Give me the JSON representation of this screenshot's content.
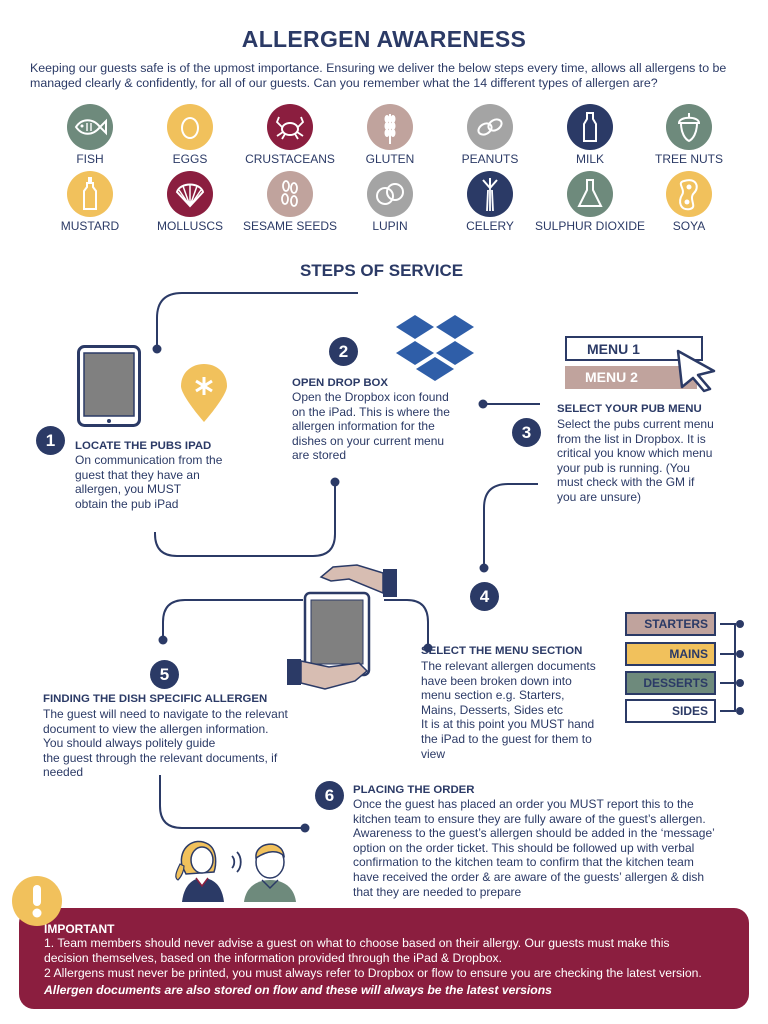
{
  "title": "ALLERGEN AWARENESS",
  "intro": "Keeping our guests safe is of the upmost importance. Ensuring we deliver the below steps every time, allows all allergens to be managed clearly & confidently, for all of our guests. Can you remember what the 14 different types of allergen are?",
  "allergens_row1": [
    {
      "label": "FISH",
      "color": "#6e8a7c",
      "icon": "fish-icon"
    },
    {
      "label": "EGGS",
      "color": "#f1c15c",
      "icon": "egg-icon"
    },
    {
      "label": "CRUSTACEANS",
      "color": "#8b1e3f",
      "icon": "crab-icon"
    },
    {
      "label": "GLUTEN",
      "color": "#c0a39d",
      "icon": "wheat-icon"
    },
    {
      "label": "PEANUTS",
      "color": "#a4a4a4",
      "icon": "peanut-icon"
    },
    {
      "label": "MILK",
      "color": "#2b3a66",
      "icon": "milk-bottle-icon"
    },
    {
      "label": "TREE NUTS",
      "color": "#6e8a7c",
      "icon": "acorn-icon"
    }
  ],
  "allergens_row2": [
    {
      "label": "MUSTARD",
      "color": "#f1c15c",
      "icon": "mustard-bottle-icon"
    },
    {
      "label": "MOLLUSCS",
      "color": "#8b1e3f",
      "icon": "shell-icon"
    },
    {
      "label": "SESAME SEEDS",
      "color": "#c0a39d",
      "icon": "sesame-icon"
    },
    {
      "label": "LUPIN",
      "color": "#a4a4a4",
      "icon": "lupin-icon"
    },
    {
      "label": "CELERY",
      "color": "#2b3a66",
      "icon": "celery-icon"
    },
    {
      "label": "SULPHUR DIOXIDE",
      "color": "#6e8a7c",
      "icon": "flask-icon"
    },
    {
      "label": "SOYA",
      "color": "#f1c15c",
      "icon": "soya-icon"
    }
  ],
  "steps_title": "STEPS OF SERVICE",
  "steps": {
    "s1": {
      "num": "1",
      "heading": "LOCATE THE PUBS IPAD",
      "lines": [
        "On communication from the",
        "guest that they have an",
        "allergen, you MUST",
        "obtain the pub iPad"
      ]
    },
    "s2": {
      "num": "2",
      "heading": "OPEN DROP BOX",
      "lines": [
        "Open the Dropbox icon found",
        "on the iPad. This is where the",
        "allergen information for the",
        "dishes on your current menu",
        "are stored"
      ]
    },
    "s3": {
      "num": "3",
      "heading": "SELECT YOUR PUB MENU",
      "lines": [
        "Select the pubs current menu",
        "from the list in Dropbox. It is",
        "critical you know which menu",
        "your pub is running. (You",
        "must check with the GM if",
        "you are unsure)"
      ]
    },
    "s4": {
      "num": "4",
      "heading": "SELECT THE MENU SECTION",
      "lines": [
        "The relevant allergen documents",
        "have been broken down into",
        "menu section e.g. Starters,",
        "Mains, Desserts, Sides etc",
        "It is at this point you MUST hand",
        "the iPad to the guest for them to",
        "view"
      ]
    },
    "s5": {
      "num": "5",
      "heading": "FINDING THE DISH SPECIFIC ALLERGEN",
      "lines": [
        "The guest will need to navigate to the relevant",
        "document to view the allergen information.",
        "You should always politely guide",
        "the guest through the relevant documents, if",
        "needed"
      ]
    },
    "s6": {
      "num": "6",
      "heading": "PLACING THE ORDER",
      "lines": [
        "Once the guest has placed an order you MUST report this to the",
        "kitchen team to ensure they are fully aware of the guest’s allergen.",
        "Awareness to the guest’s allergen should be added in the ‘message’",
        "option on the order ticket. This should be followed up with verbal",
        "confirmation to the kitchen team to confirm that the kitchen team",
        "have received the order & are aware of the guests’ allergen & dish",
        "that they are needed to prepare"
      ]
    }
  },
  "menu_items": [
    "MENU 1",
    "MENU 2"
  ],
  "sections": [
    "STARTERS",
    "MAINS",
    "DESSERTS",
    "SIDES"
  ],
  "important": {
    "title": "IMPORTANT",
    "line1": "1. Team members should never advise a guest on what to choose based on their allergy. Our guests must make this",
    "line2": "decision themselves, based on the information provided through the iPad & Dropbox.",
    "line3": "2 Allergens must never be printed, you must always refer to Dropbox or flow to ensure you are checking the latest version.",
    "line4": "Allergen documents are also stored on flow and these will always be the latest versions"
  },
  "colors": {
    "navy": "#2b3a66",
    "burgundy": "#8b1e3f",
    "yellow": "#f1c15c",
    "sage": "#6e8a7c",
    "rose": "#c0a39d",
    "grey": "#a4a4a4"
  }
}
